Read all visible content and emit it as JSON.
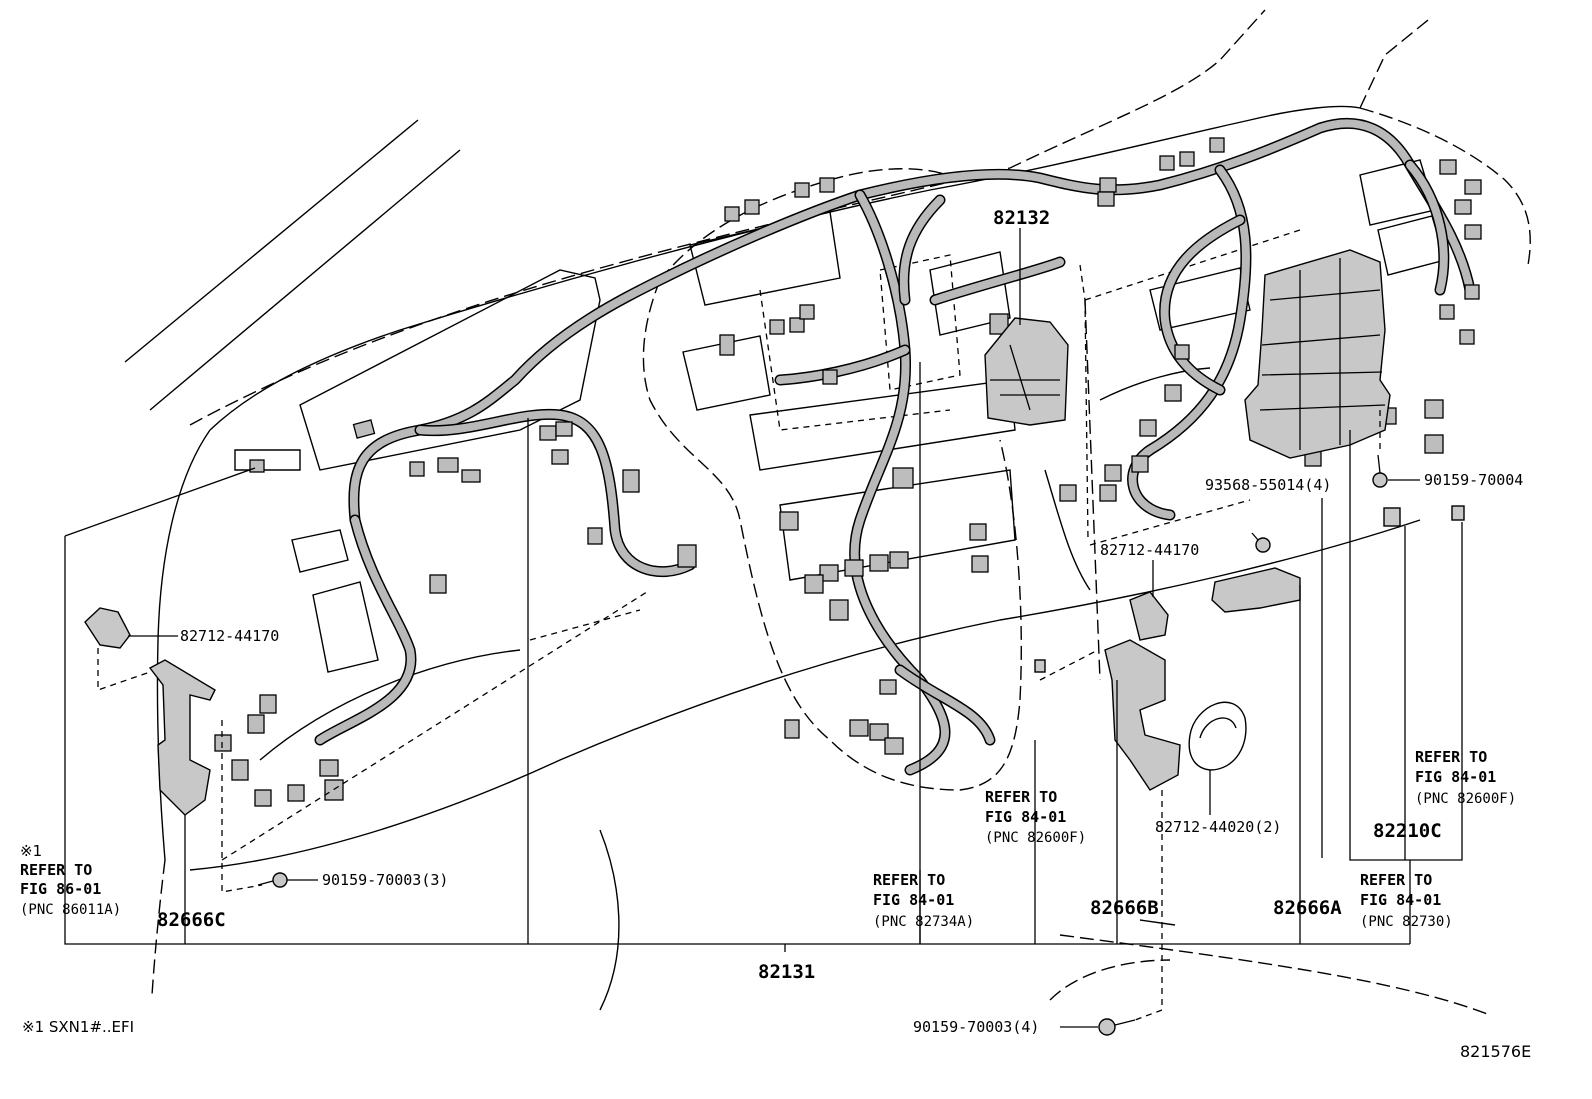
{
  "diagram": {
    "part_numbers": {
      "harness_main": "82131",
      "harness_center": "82132",
      "relay_block": "82210C",
      "bracket_a": "82666A",
      "bracket_b": "82666B",
      "bracket_c": "82666C"
    },
    "callouts": {
      "clip_left": "82712-44170",
      "clip_center": "82712-44170",
      "grommet": "82712-44020(2)",
      "nut_top": "93568-55014(4)",
      "bolt_right": "90159-70004",
      "bolt_left": "90159-70003(3)",
      "bolt_bottom": "90159-70003(4)"
    },
    "references": {
      "ref_86": {
        "line1": "REFER TO",
        "line2": "FIG 86-01",
        "line3": "(PNC 86011A)",
        "mark": "※1"
      },
      "ref_82734": {
        "line1": "REFER TO",
        "line2": "FIG 84-01",
        "line3": "(PNC 82734A)"
      },
      "ref_82600_center": {
        "line1": "REFER TO",
        "line2": "FIG 84-01",
        "line3": "(PNC 82600F)"
      },
      "ref_82600_right": {
        "line1": "REFER TO",
        "line2": "FIG 84-01",
        "line3": "(PNC 82600F)"
      },
      "ref_82730": {
        "line1": "REFER TO",
        "line2": "FIG 84-01",
        "line3": "(PNC 82730)"
      }
    },
    "footnote": "※1 SXN1#..EFI",
    "figure_id": "821576E"
  }
}
